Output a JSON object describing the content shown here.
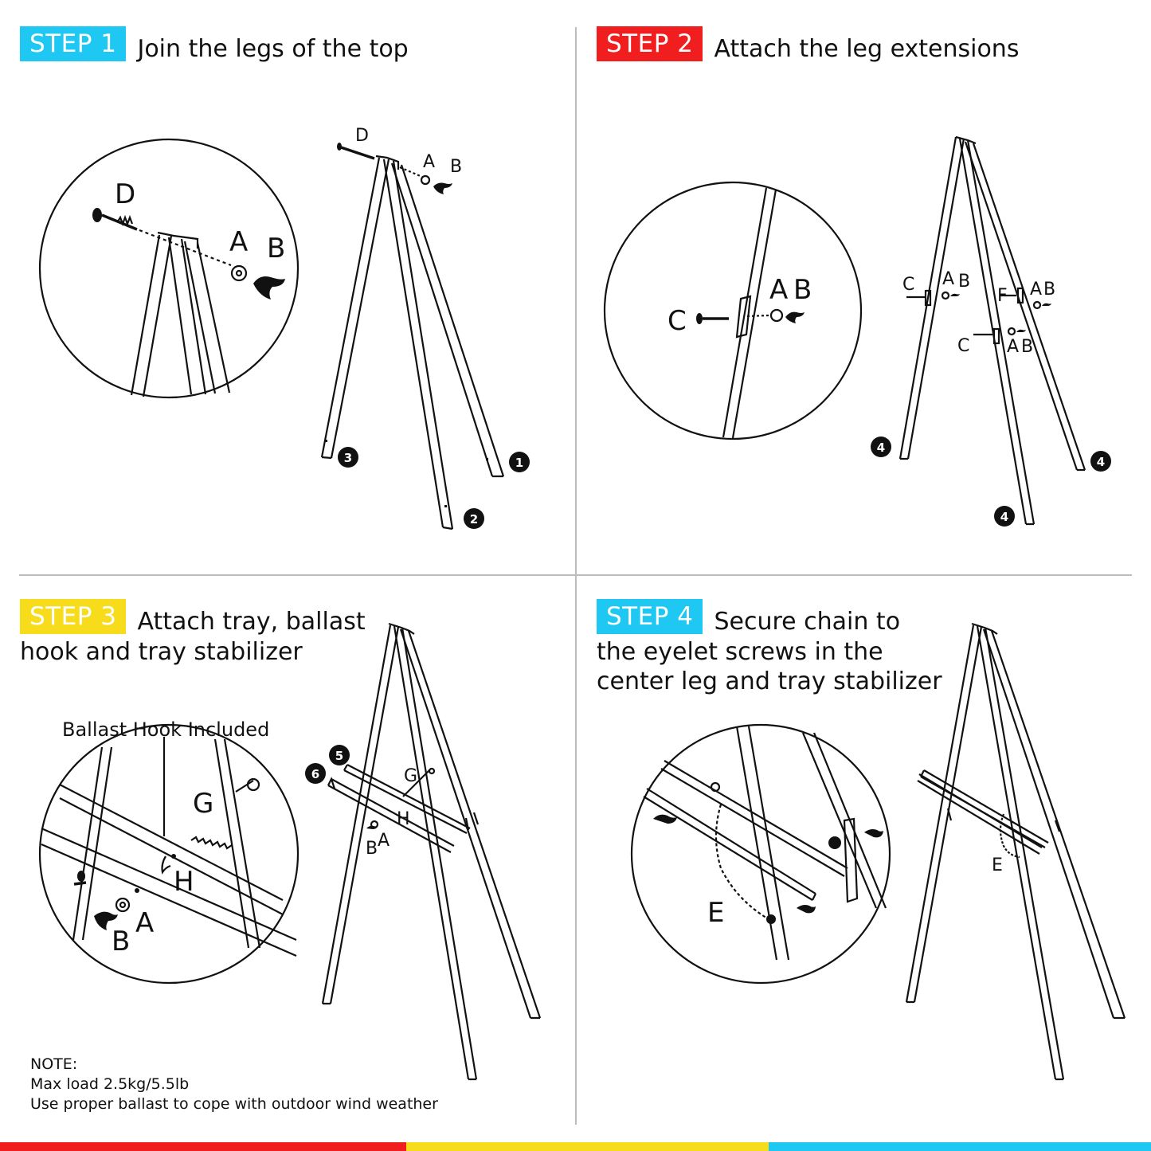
{
  "colors": {
    "cyan": "#1ec8f2",
    "red": "#f01e1e",
    "yellow": "#f7dc1c",
    "line": "#111111"
  },
  "steps": [
    {
      "badge": "STEP 1",
      "color": "#1ec8f2",
      "title": "Join the legs of the top"
    },
    {
      "badge": "STEP 2",
      "color": "#f01e1e",
      "title": "Attach the leg extensions"
    },
    {
      "badge": "STEP 3",
      "color": "#f7dc1c",
      "title_line1": "Attach tray, ballast",
      "title_line2": "hook and tray stabilizer"
    },
    {
      "badge": "STEP 4",
      "color": "#1ec8f2",
      "title_line1": "Secure chain to",
      "title_line2": "the eyelet screws in the",
      "title_line3": "center leg and tray stabilizer"
    }
  ],
  "labels": {
    "A": "A",
    "B": "B",
    "C": "C",
    "D": "D",
    "E": "E",
    "F": "F",
    "G": "G",
    "H": "H",
    "n1": "1",
    "n2": "2",
    "n3": "3",
    "n4": "4",
    "n5": "5",
    "n6": "6"
  },
  "ballast_label": "Ballast Hook Included",
  "note": {
    "heading": "NOTE:",
    "line1": "Max load 2.5kg/5.5lb",
    "line2": "Use proper ballast to cope with outdoor wind weather"
  },
  "footer": [
    "#f01e1e",
    "#f7dc1c",
    "#1ec8f2"
  ]
}
